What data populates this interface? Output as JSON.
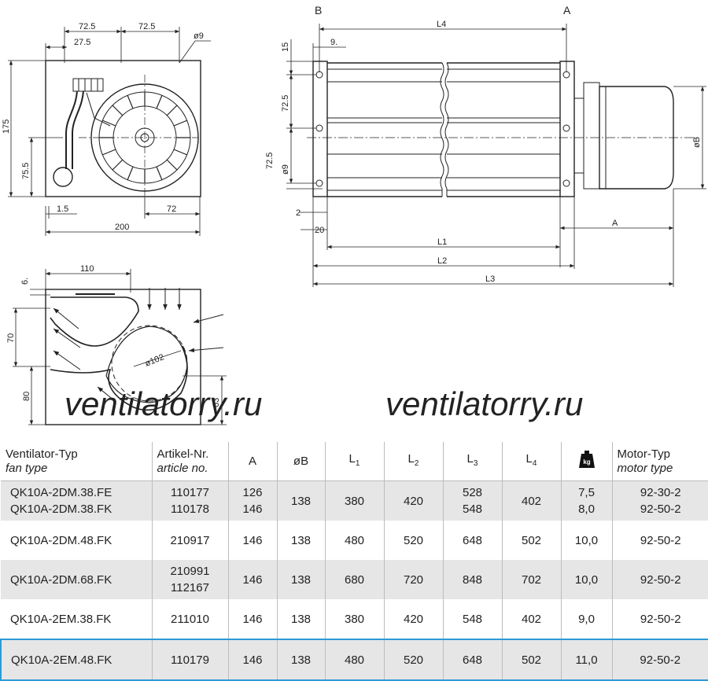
{
  "drawing": {
    "view_labels": {
      "b": "B",
      "a": "A"
    },
    "dims_front": {
      "d72_5_left": "72.5",
      "d72_5_right": "72.5",
      "d27_5": "27.5",
      "d9": "ø9",
      "d175": "175",
      "d75_5": "75.5",
      "d1_5": "1.5",
      "d72": "72",
      "d200": "200"
    },
    "dims_side": {
      "l4": "L4",
      "d9": "9.",
      "d15": "15",
      "d72_5_top": "72.5",
      "d72_5_bottom": "72.5",
      "d9_hole": "ø9",
      "d2": "2",
      "d20": "20",
      "l1": "L1",
      "l2": "L2",
      "l3": "L3",
      "a": "A",
      "b_dia": "øB"
    },
    "dims_section": {
      "d110": "110",
      "d6": "6.",
      "d70": "70",
      "d80": "80",
      "d63": "63",
      "d102": "ø102"
    },
    "watermark_left": "ventilatorry.ru",
    "watermark_right": "ventilatorry.ru"
  },
  "table": {
    "headers": {
      "fan_type_de": "Ventilator-Typ",
      "fan_type_en": "fan type",
      "article_de": "Artikel-Nr.",
      "article_en": "article no.",
      "a": "A",
      "b": "øB",
      "l1": "L",
      "l1_sub": "1",
      "l2": "L",
      "l2_sub": "2",
      "l3": "L",
      "l3_sub": "3",
      "l4": "L",
      "l4_sub": "4",
      "weight_icon": "kg",
      "motor_de": "Motor-Typ",
      "motor_en": "motor type"
    },
    "rows": [
      {
        "type": "QK10A-2DM.38.FE",
        "type2": "QK10A-2DM.38.FK",
        "article": "110177",
        "article2": "110178",
        "a": "126",
        "a2": "146",
        "b": "138",
        "l1": "380",
        "l2": "420",
        "l3": "528",
        "l3b": "548",
        "l4": "402",
        "weight": "7,5",
        "weight2": "8,0",
        "motor": "92-30-2",
        "motor2": "92-50-2"
      },
      {
        "type": "QK10A-2DM.48.FK",
        "article": "210917",
        "a": "146",
        "b": "138",
        "l1": "480",
        "l2": "520",
        "l3": "648",
        "l4": "502",
        "weight": "10,0",
        "motor": "92-50-2"
      },
      {
        "type": "QK10A-2DM.68.FK",
        "article": "210991",
        "article2": "112167",
        "a": "146",
        "b": "138",
        "l1": "680",
        "l2": "720",
        "l3": "848",
        "l4": "702",
        "weight": "10,0",
        "motor": "92-50-2"
      },
      {
        "type": "QK10A-2EM.38.FK",
        "article": "211010",
        "a": "146",
        "b": "138",
        "l1": "380",
        "l2": "420",
        "l3": "548",
        "l4": "402",
        "weight": "9,0",
        "motor": "92-50-2"
      },
      {
        "type": "QK10A-2EM.48.FK",
        "article": "110179",
        "a": "146",
        "b": "138",
        "l1": "480",
        "l2": "520",
        "l3": "648",
        "l4": "502",
        "weight": "11,0",
        "motor": "92-50-2"
      }
    ]
  }
}
